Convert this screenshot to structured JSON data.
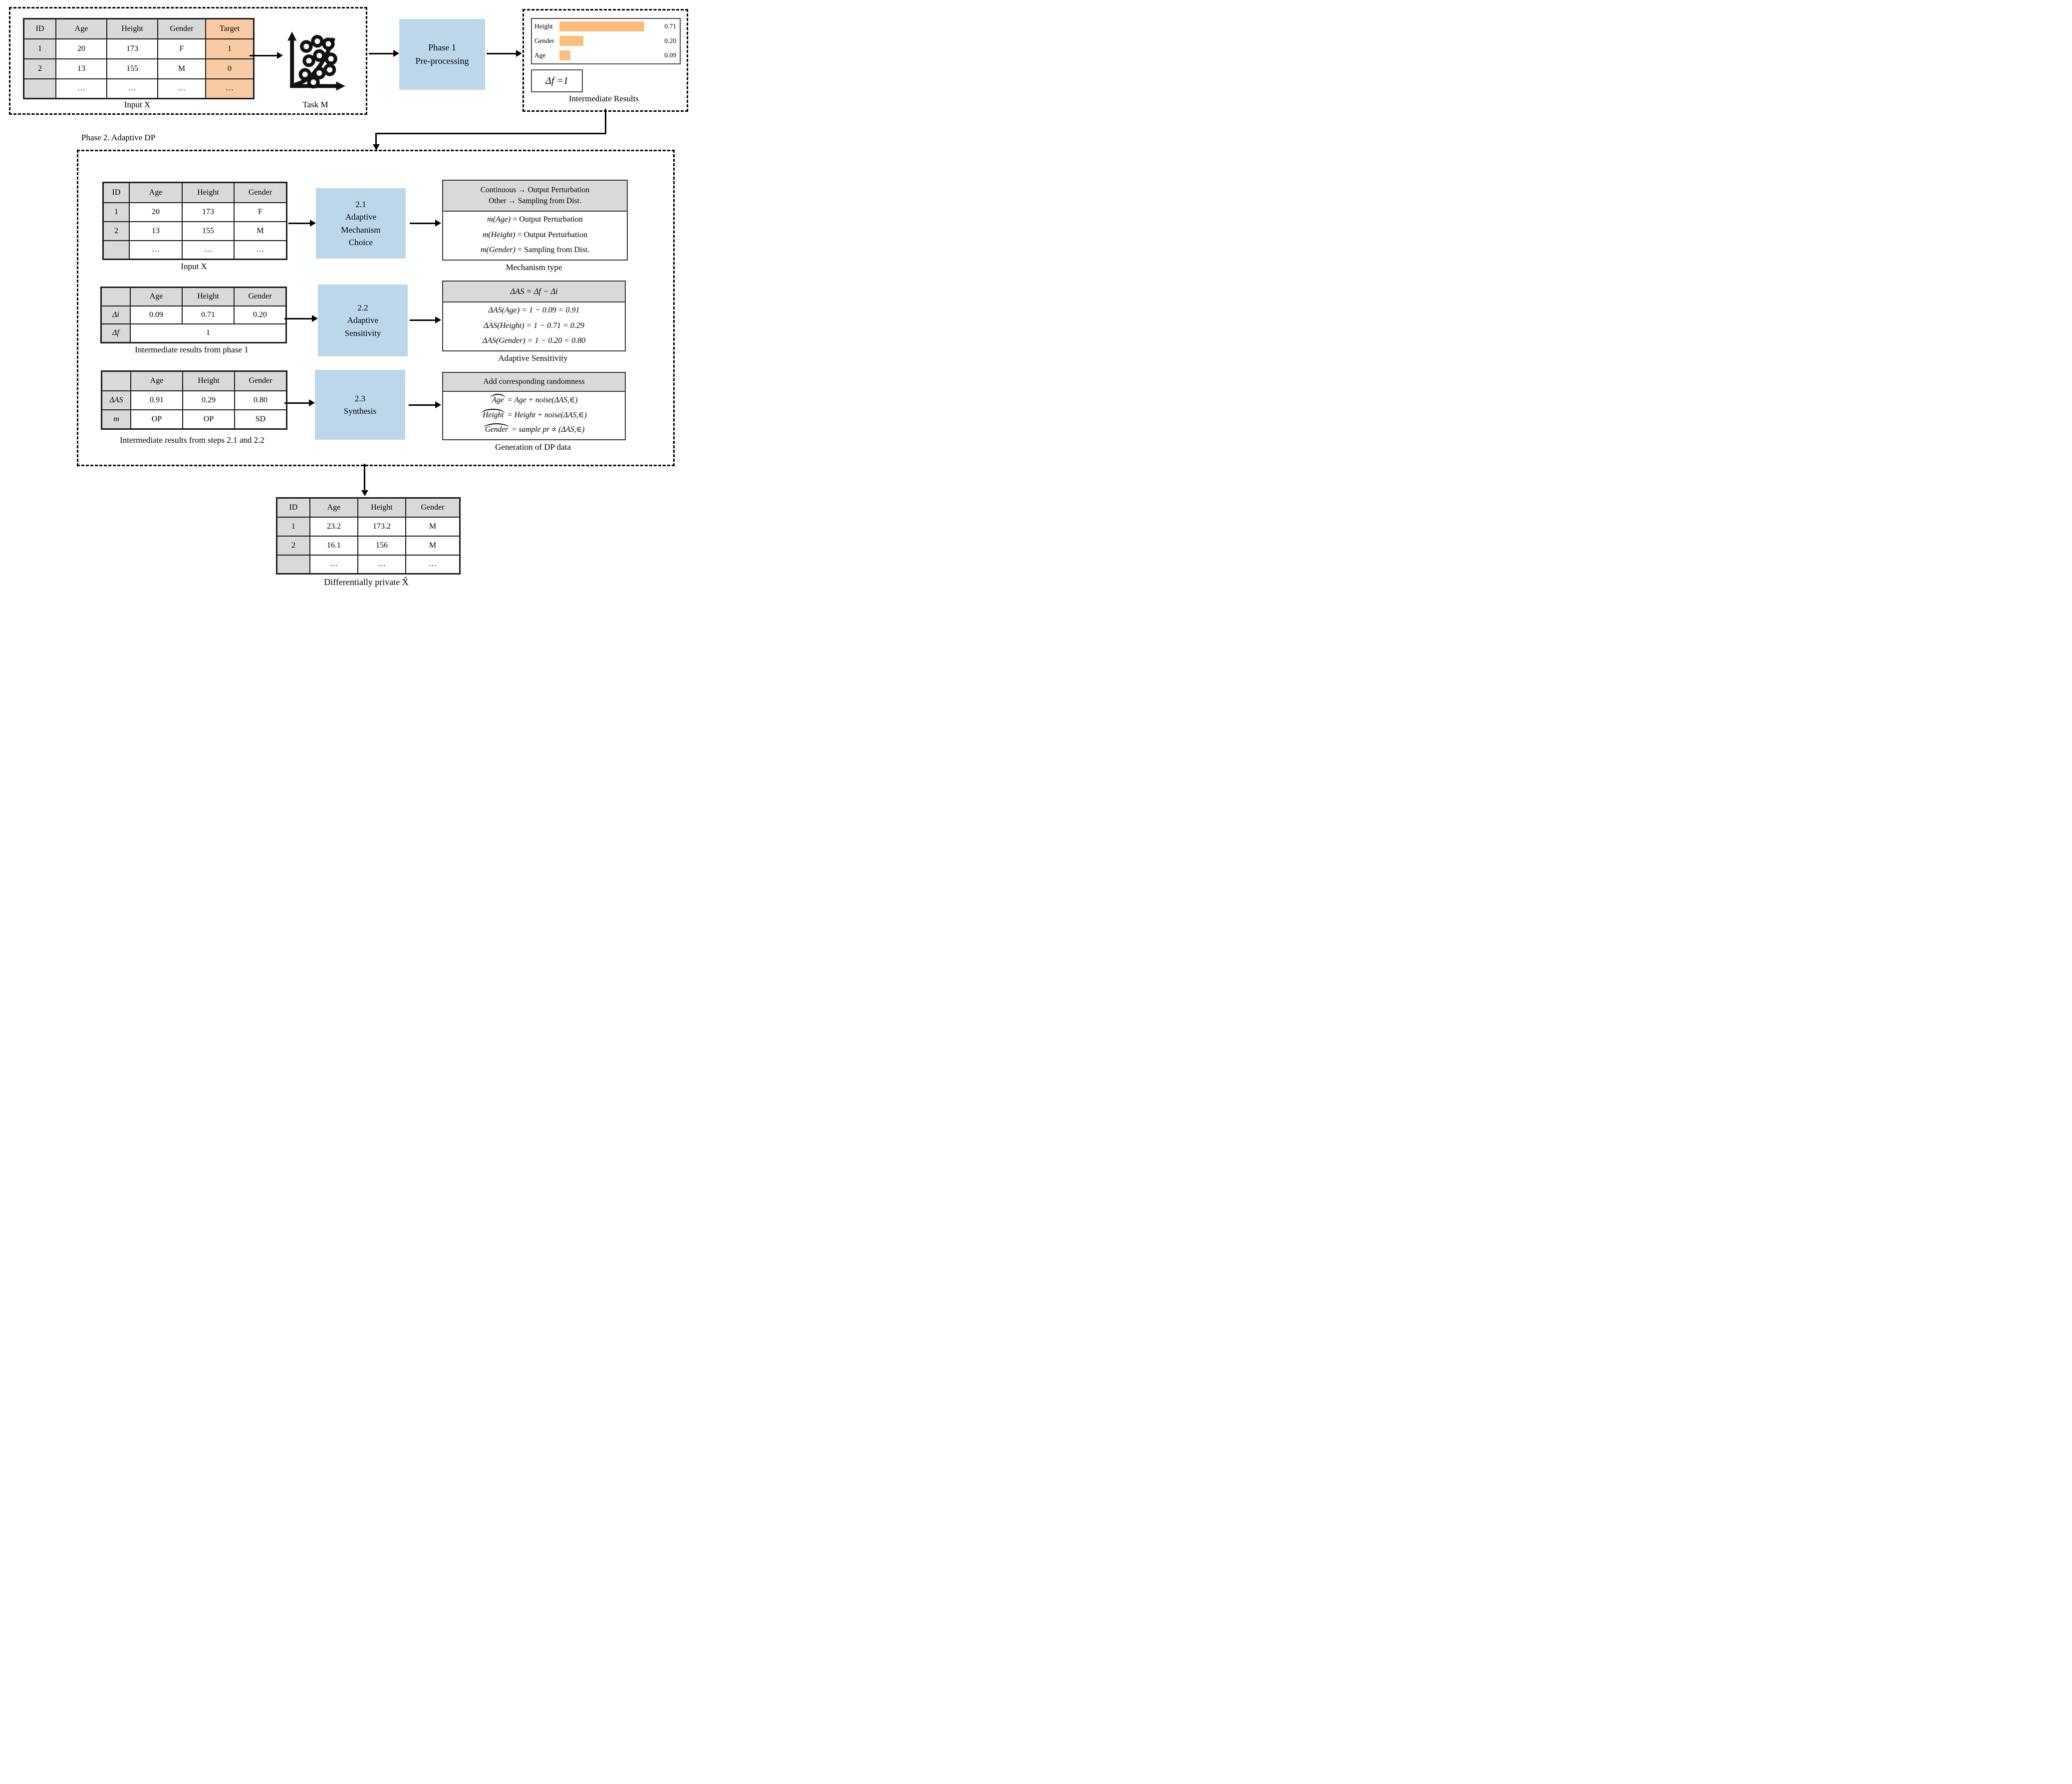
{
  "colors": {
    "process_blue": "#BCD6EA",
    "highlight_orange": "#F8CBA4",
    "bar_orange": "#FCBD7D",
    "header_gray": "#D9D9D9"
  },
  "top": {
    "input_table": {
      "caption": "Input X",
      "headers": [
        "ID",
        "Age",
        "Height",
        "Gender",
        "Target"
      ],
      "rows": [
        [
          "1",
          "20",
          "173",
          "F",
          "1"
        ],
        [
          "2",
          "13",
          "155",
          "M",
          "0"
        ],
        [
          "",
          "…",
          "…",
          "…",
          "…"
        ]
      ]
    },
    "task": {
      "caption": "Task M"
    },
    "phase1": {
      "line1": "Phase 1",
      "line2": "Pre-processing"
    },
    "intermediate": {
      "caption": "Intermediate Results",
      "delta_f": "Δf =1",
      "chart_data": {
        "type": "bar",
        "orientation": "horizontal",
        "categories": [
          "Height",
          "Gender",
          "Age"
        ],
        "values": [
          0.71,
          0.2,
          0.09
        ],
        "value_labels": [
          "0.71",
          "0.20",
          "0.09"
        ],
        "xlim": [
          0,
          0.8
        ],
        "grid": false,
        "legend": false
      }
    }
  },
  "phase2": {
    "label": "Phase 2. Adaptive DP",
    "step1": {
      "table": {
        "caption": "Input X",
        "headers": [
          "ID",
          "Age",
          "Height",
          "Gender"
        ],
        "rows": [
          [
            "1",
            "20",
            "173",
            "F"
          ],
          [
            "2",
            "13",
            "155",
            "M"
          ],
          [
            "",
            "…",
            "…",
            "…"
          ]
        ]
      },
      "box": {
        "line1": "2.1",
        "line2": "Adaptive",
        "line3": "Mechanism",
        "line4": "Choice"
      },
      "result": {
        "caption": "Mechanism type",
        "header_line1": "Continuous → Output Perturbation",
        "header_line2": "Other → Sampling from Dist.",
        "lines": [
          {
            "lhs": "m(Age)",
            "rhs": " = Output Perturbation"
          },
          {
            "lhs": "m(Height)",
            "rhs": " = Output Perturbation"
          },
          {
            "lhs": "m(Gender)",
            "rhs": " = Sampling from Dist."
          }
        ]
      }
    },
    "step2": {
      "table": {
        "caption": "Intermediate results from phase 1",
        "headers": [
          "",
          "Age",
          "Height",
          "Gender"
        ],
        "row_delta_i": {
          "label": "Δi",
          "values": [
            "0.09",
            "0.71",
            "0.20"
          ]
        },
        "row_delta_f": {
          "label": "Δf",
          "value": "1"
        }
      },
      "box": {
        "line1": "2.2",
        "line2": "Adaptive",
        "line3": "Sensitivity"
      },
      "result": {
        "caption": "Adaptive Sensitivity",
        "header": "ΔAS =  Δf − Δi",
        "lines": [
          "ΔAS(Age) = 1 − 0.09 = 0.91",
          "ΔAS(Height) = 1 − 0.71 = 0.29",
          "ΔAS(Gender) = 1 − 0.20 = 0.80"
        ]
      }
    },
    "step3": {
      "table": {
        "caption": "Intermediate results from steps 2.1 and 2.2",
        "headers": [
          "",
          "Age",
          "Height",
          "Gender"
        ],
        "row_das": {
          "label": "ΔAS",
          "values": [
            "0.91",
            "0.29",
            "0.80"
          ]
        },
        "row_m": {
          "label": "m",
          "values": [
            "OP",
            "OP",
            "SD"
          ]
        }
      },
      "box": {
        "line1": "2.3",
        "line2": "Synthesis"
      },
      "result": {
        "caption": "Generation of DP data",
        "header": "Add corresponding randomness",
        "lines": [
          {
            "hat": "Age",
            "rest": " = Age + noise(ΔAS,∈)"
          },
          {
            "hat": "Height",
            "rest": " = Height + noise(ΔAS,∈)"
          },
          {
            "hat": "Gender",
            "rest": " = sample pr ∝ (ΔAS,∈)"
          }
        ]
      }
    }
  },
  "output": {
    "table": {
      "caption": "Differentially private X̂",
      "headers": [
        "ID",
        "Age",
        "Height",
        "Gender"
      ],
      "rows": [
        [
          "1",
          "23.2",
          "173.2",
          "M"
        ],
        [
          "2",
          "16.1",
          "156",
          "M"
        ],
        [
          "",
          "…",
          "…",
          "…"
        ]
      ]
    }
  }
}
